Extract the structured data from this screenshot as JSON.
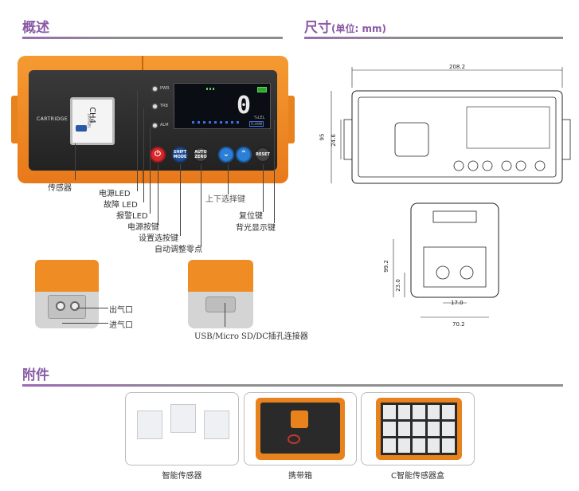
{
  "sections": {
    "overview": "概述",
    "dimensions": "尺寸",
    "dimensions_unit": "(单位: mm)",
    "accessories": "附件"
  },
  "device": {
    "cartridge_label": "CARTRIDGE",
    "sensor_code": "CH4",
    "sensor_range": "100%LEL",
    "led_labels": [
      "PWR",
      "TRB",
      "ALM"
    ],
    "display_value": "0",
    "display_unit": "%LEL",
    "display_tag": "FLAMM",
    "buttons": {
      "mode": "SHIFT MODE",
      "auto_zero": "AUTO ZERO",
      "reset": "RESET"
    }
  },
  "callouts": {
    "sensor": "传感器",
    "power_led": "电源LED",
    "fault_led": "故障 LED",
    "alarm_led": "报警LED",
    "power_key": "电源按键",
    "set_key": "设置选按键",
    "auto_zero_key": "自动调整零点",
    "updown_key": "上下选择键",
    "reset_key": "复位键",
    "backlight_key": "背光显示键",
    "gas_out": "出气口",
    "gas_in": "进气口",
    "connector": "USB/Micro SD/DC插孔连接器"
  },
  "dims": {
    "width": "208.2",
    "height": "95",
    "inner": "24.6",
    "side_height": "99.2",
    "port_height": "23.0",
    "port_gap": "17.0",
    "bottom_width": "70.2"
  },
  "accessories": [
    {
      "caption": "智能传感器"
    },
    {
      "caption": "携带箱"
    },
    {
      "caption": "C智能传感器盒"
    }
  ]
}
